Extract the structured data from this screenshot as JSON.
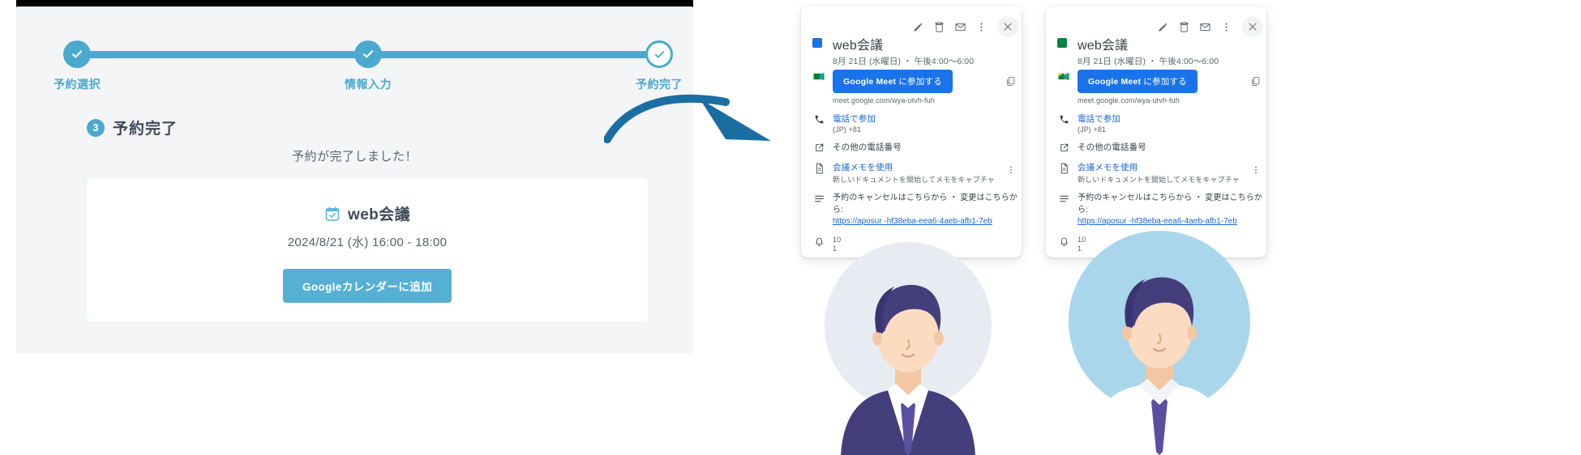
{
  "app": {
    "stepper": {
      "steps": [
        {
          "label": "予約選択",
          "state": "done",
          "icon": "check-icon"
        },
        {
          "label": "情報入力",
          "state": "done",
          "icon": "check-icon"
        },
        {
          "label": "予約完了",
          "state": "current",
          "icon": "check-icon"
        }
      ],
      "accent_color": "#4ba9cf"
    },
    "section": {
      "number": "3",
      "title": "予約完了"
    },
    "completed_message": "予約が完了しました！",
    "card": {
      "calendar_icon": "calendar-check-icon",
      "meeting_title": "web会議",
      "datetime": "2024/8/21 (水) 16:00 - 18:00",
      "add_button_label": "Googleカレンダーに追加",
      "add_button_color": "#55b0d4"
    }
  },
  "popups": [
    {
      "chip_color": "#1a73e8",
      "toolbar": {
        "edit": "pencil-icon",
        "delete": "trash-icon",
        "email": "envelope-icon",
        "more": "more-vertical-icon",
        "close": "close-icon"
      },
      "title": "web会議",
      "when": "8月 21日 (水曜日) ・ 午後4:00〜6:00",
      "meet_button_strong": "Google Meet",
      "meet_button_rest": " に参加する",
      "meet_url": "meet.google.com/wya-utvh-fuh",
      "phone_link": "電話で参加",
      "phone_sub": "(JP) +81",
      "more_numbers": "その他の電話番号",
      "notes_link": "会議メモを使用",
      "notes_sub": "新しいドキュメントを開始してメモをキャプチャ",
      "description": "予約のキャンセルはこちらから ・ 変更はこちらから:",
      "description_url": "https://aposur                 -hf38eba-eea6-4aeb-afb1-7eb",
      "reminder_1": "10",
      "reminder_2": "1"
    },
    {
      "chip_color": "#0b8043",
      "toolbar": {
        "edit": "pencil-icon",
        "delete": "trash-icon",
        "email": "envelope-icon",
        "more": "more-vertical-icon",
        "close": "close-icon"
      },
      "title": "web会議",
      "when": "8月 21日 (水曜日) ・ 午後4:00〜6:00",
      "meet_button_strong": "Google Meet",
      "meet_button_rest": " に参加する",
      "meet_url": "meet.google.com/wya-utvh-fuh",
      "phone_link": "電話で参加",
      "phone_sub": "(JP) +81",
      "more_numbers": "その他の電話番号",
      "notes_link": "会議メモを使用",
      "notes_sub": "新しいドキュメントを開始してメモをキャプチャ",
      "description": "予約のキャンセルはこちらから ・ 変更はこちらから:",
      "description_url": "https://aposur                 -hf38eba-eea6-4aeb-afb1-7eb",
      "reminder_1": "10",
      "reminder_2": "1"
    }
  ],
  "arrow": {
    "icon": "curved-arrow-icon",
    "color": "#1b6ea1"
  },
  "illustrations": [
    {
      "name": "businessman-navy-suit",
      "circle_color": "#e8eaf2"
    },
    {
      "name": "businessman-white-shirt",
      "circle_color": "#a8d5ea"
    }
  ]
}
